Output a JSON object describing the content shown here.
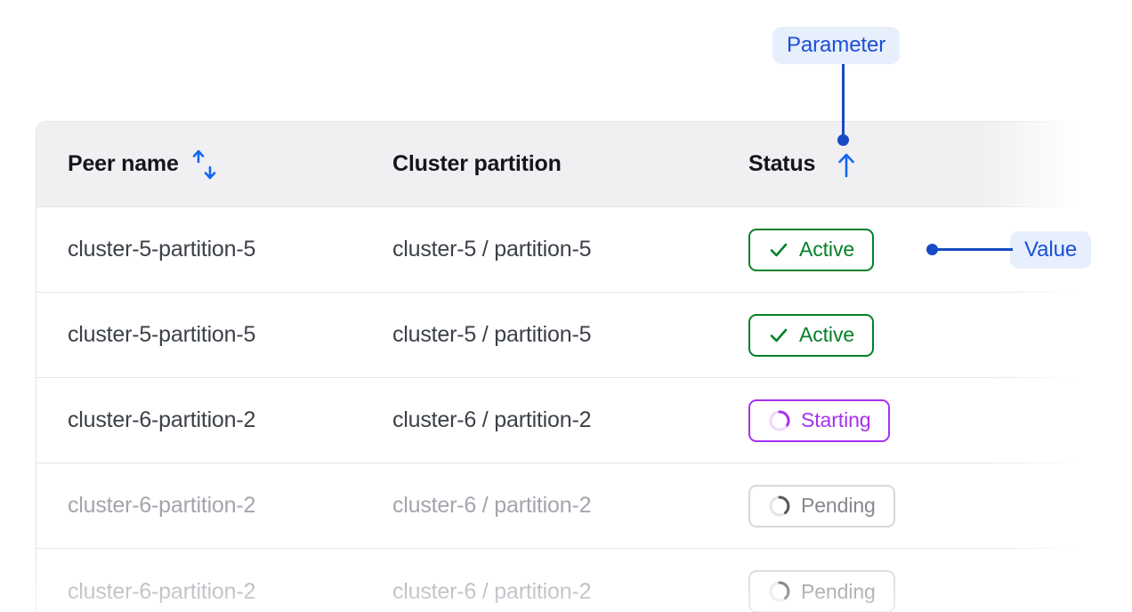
{
  "table": {
    "columns": [
      {
        "key": "peer_name",
        "label": "Peer name",
        "sort_icon": "sort-both-icon",
        "sorted": false
      },
      {
        "key": "cluster_partition",
        "label": "Cluster partition",
        "sort_icon": null,
        "sorted": false
      },
      {
        "key": "status",
        "label": "Status",
        "sort_icon": "sort-asc-icon",
        "sorted": true
      }
    ],
    "rows": [
      {
        "peer_name": "cluster-5-partition-5",
        "cluster_partition": "cluster-5 / partition-5",
        "status": {
          "label": "Active",
          "icon": "check-icon",
          "variant": "active"
        },
        "dimmed": false
      },
      {
        "peer_name": "cluster-5-partition-5",
        "cluster_partition": "cluster-5 / partition-5",
        "status": {
          "label": "Active",
          "icon": "check-icon",
          "variant": "active"
        },
        "dimmed": false
      },
      {
        "peer_name": "cluster-6-partition-2",
        "cluster_partition": "cluster-6 / partition-2",
        "status": {
          "label": "Starting",
          "icon": "spinner-icon",
          "variant": "starting"
        },
        "dimmed": false
      },
      {
        "peer_name": "cluster-6-partition-2",
        "cluster_partition": "cluster-6 / partition-2",
        "status": {
          "label": "Pending",
          "icon": "spinner-icon",
          "variant": "pending"
        },
        "dimmed": true
      },
      {
        "peer_name": "cluster-6-partition-2",
        "cluster_partition": "cluster-6 / partition-2",
        "status": {
          "label": "Pending",
          "icon": "spinner-icon",
          "variant": "pending"
        },
        "dimmed": true
      }
    ]
  },
  "callouts": {
    "parameter": {
      "label": "Parameter",
      "target": "status-column-header"
    },
    "value": {
      "label": "Value",
      "target": "status-badge-row-1"
    }
  },
  "colors": {
    "callout_bg": "#e8effc",
    "callout_text": "#1b4fd8",
    "connector": "#174ac4",
    "sort_icon": "#1366f2",
    "active": "#038028",
    "starting": "#a731ef",
    "pending": "#86888f",
    "header_bg": "#f0f0f3",
    "border": "#e3e3e8",
    "text": "#3c4049",
    "text_muted": "#a3a5ad",
    "header_text": "#16161a"
  }
}
